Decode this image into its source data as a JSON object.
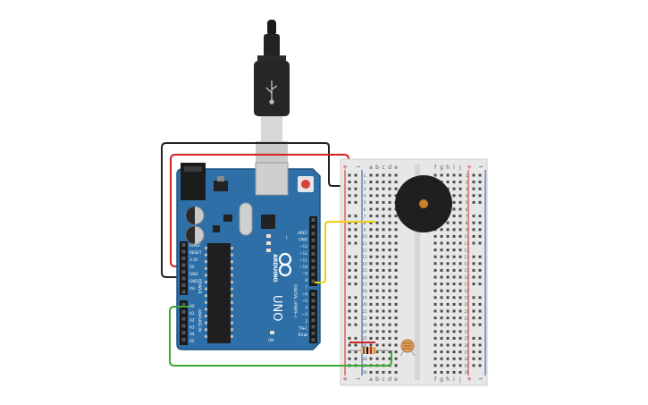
{
  "arduino": {
    "brand": "ARDUINO",
    "model": "UNO",
    "digital_label": "DIGITAL (PWM~)",
    "power_label": "POWER",
    "analog_label": "ANALOG IN",
    "power_pins": [
      "IOREF",
      "RESET",
      "3.3V",
      "5V",
      "GND",
      "GND",
      "Vin"
    ],
    "analog_pins": [
      "A0",
      "A1",
      "A2",
      "A3",
      "A4",
      "A5"
    ],
    "digital_pins": [
      "AREF",
      "GND",
      "~13",
      "~12",
      "~11",
      "~10",
      "~9",
      "8",
      "7",
      "~6",
      "~5",
      "4",
      "~3",
      "2",
      "TX▸1",
      "RX◂0"
    ],
    "led_labels": [
      "L",
      "TX",
      "RX"
    ],
    "on_label": "ON"
  },
  "breadboard": {
    "columns_left": [
      "a",
      "b",
      "c",
      "d",
      "e"
    ],
    "columns_right": [
      "f",
      "g",
      "h",
      "i",
      "j"
    ],
    "rows": [
      1,
      2,
      3,
      4,
      5,
      6,
      7,
      8,
      9,
      10,
      11,
      12,
      13,
      14,
      15,
      16,
      17,
      18,
      19,
      20,
      21,
      22,
      23,
      24,
      25,
      26,
      27,
      28,
      29,
      30
    ],
    "rail_plus": "+",
    "rail_minus": "−"
  },
  "components": [
    "usb-cable",
    "piezo-buzzer",
    "photoresistor",
    "resistor"
  ],
  "wire_colors": {
    "red": "#d32222",
    "black": "#222222",
    "yellow": "#f2cf10",
    "green": "#3aaa35"
  },
  "colors": {
    "board": "#2d6fa6",
    "board_edge": "#1e5582",
    "breadboard": "#e7e7e7",
    "buzzer": "#1f1f1f",
    "buzzer_center": "#c8812b"
  }
}
